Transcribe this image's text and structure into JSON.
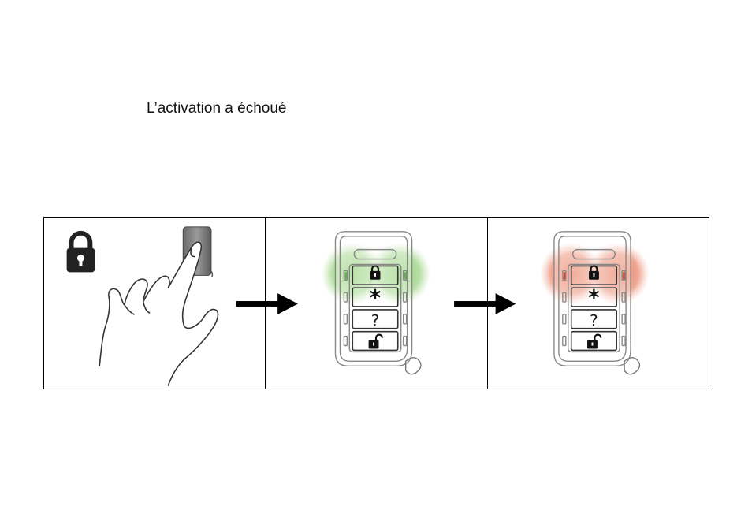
{
  "title": "L’activation a échoué",
  "panels": [
    {
      "icon": "lock-icon",
      "content": "hand-pressing-lock-button"
    },
    {
      "icon": "keyfob-icon",
      "led_color": "#6fbf5a",
      "led_state": "green"
    },
    {
      "icon": "keyfob-icon",
      "led_color": "#e0553a",
      "led_state": "red"
    }
  ],
  "keyfob_buttons": [
    "lock-icon",
    "*",
    "?",
    "unlock-icon"
  ],
  "colors": {
    "border": "#000000",
    "led_green": "#5fb34a",
    "led_red": "#d8402c",
    "device_outline": "#8a8a8a"
  }
}
